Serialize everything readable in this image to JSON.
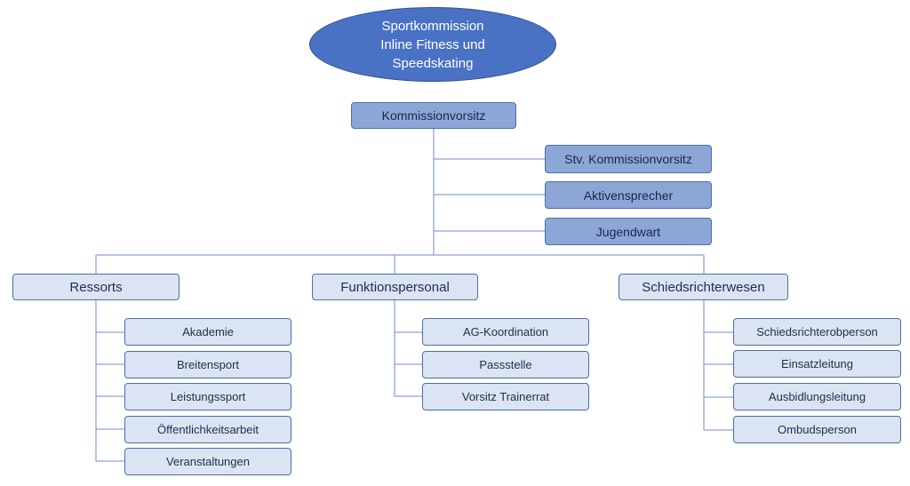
{
  "colors": {
    "root_fill": "#4a72c4",
    "box_fill_light": "#dbe4f3",
    "box_fill_mid": "#8ca6d6",
    "box_border": "#4a6fa8",
    "connector": "#6c8cc4"
  },
  "root": {
    "lines": [
      "Sportkommission",
      "Inline Fitness und",
      "Speedskating"
    ]
  },
  "chair": {
    "label": "Kommissionvorsitz"
  },
  "staff": [
    {
      "label": "Stv. Kommissionvorsitz"
    },
    {
      "label": "Aktivensprecher"
    },
    {
      "label": "Jugendwart"
    }
  ],
  "departments": [
    {
      "label": "Ressorts",
      "children": [
        {
          "label": "Akademie"
        },
        {
          "label": "Breitensport"
        },
        {
          "label": "Leistungssport"
        },
        {
          "label": "Öffentlichkeitsarbeit"
        },
        {
          "label": "Veranstaltungen"
        }
      ]
    },
    {
      "label": "Funktionspersonal",
      "children": [
        {
          "label": "AG-Koordination"
        },
        {
          "label": "Passstelle"
        },
        {
          "label": "Vorsitz Trainerrat"
        }
      ]
    },
    {
      "label": "Schiedsrichterwesen",
      "children": [
        {
          "label": "Schiedsrichterobperson"
        },
        {
          "label": "Einsatzleitung"
        },
        {
          "label": "Ausbidlungsleitung"
        },
        {
          "label": "Ombudsperson"
        }
      ]
    }
  ]
}
